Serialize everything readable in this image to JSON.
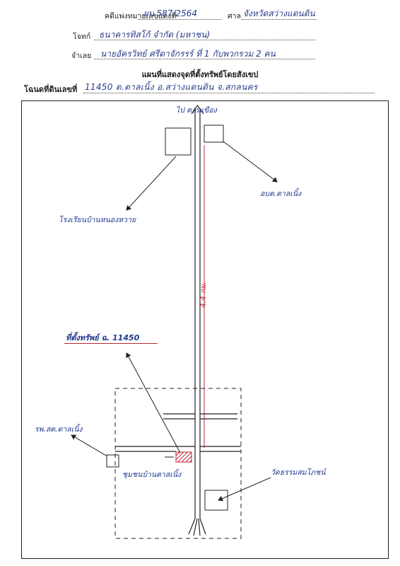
{
  "header": {
    "case_label": "คดีแพ่งหมายเลขแดงที่",
    "case_value": "ผบ 587/2564",
    "court_label": "ศาล",
    "court_value": "จังหวัดสว่างแดนดิน",
    "plaintiff_label": "โจทก์",
    "plaintiff_value": "ธนาคารทิสโก้ จำกัด (มหาชน)",
    "defendant_label": "จำเลย",
    "defendant_value": "นายอัครวิทย์ ศรีดาจักรรร์ ที่ 1 กับพวกรวม 2 คน"
  },
  "title": "แผนที่แสดงจุดที่ตั้งทรัพย์โดยสังเขป",
  "deed": {
    "label": "โฉนดที่ดินเลขที่",
    "value": "11450 ต.ตาลเนิ้ง อ.สว่างแดนดิน จ.สกลนคร"
  },
  "map": {
    "road_top_label": "ไป ดอนเขือง",
    "landmark_top_left": "โรงเรียนบ้านหนองหวาย",
    "landmark_top_right": "อบต.ตาลเนิ้ง",
    "distance_label": "4.4 กม.",
    "property_label": "ที่ตั้งทรัพย์ ฉ. 11450",
    "landmark_left": "รพ.สต.ตาลเนิ้ง",
    "community_label": "ชุมชนบ้านตาลเนิ้ง",
    "landmark_right": "วัดธรรมสมโภชน์"
  },
  "colors": {
    "ink": "#223a8f",
    "highlight": "#c0253a",
    "line": "#222222"
  }
}
